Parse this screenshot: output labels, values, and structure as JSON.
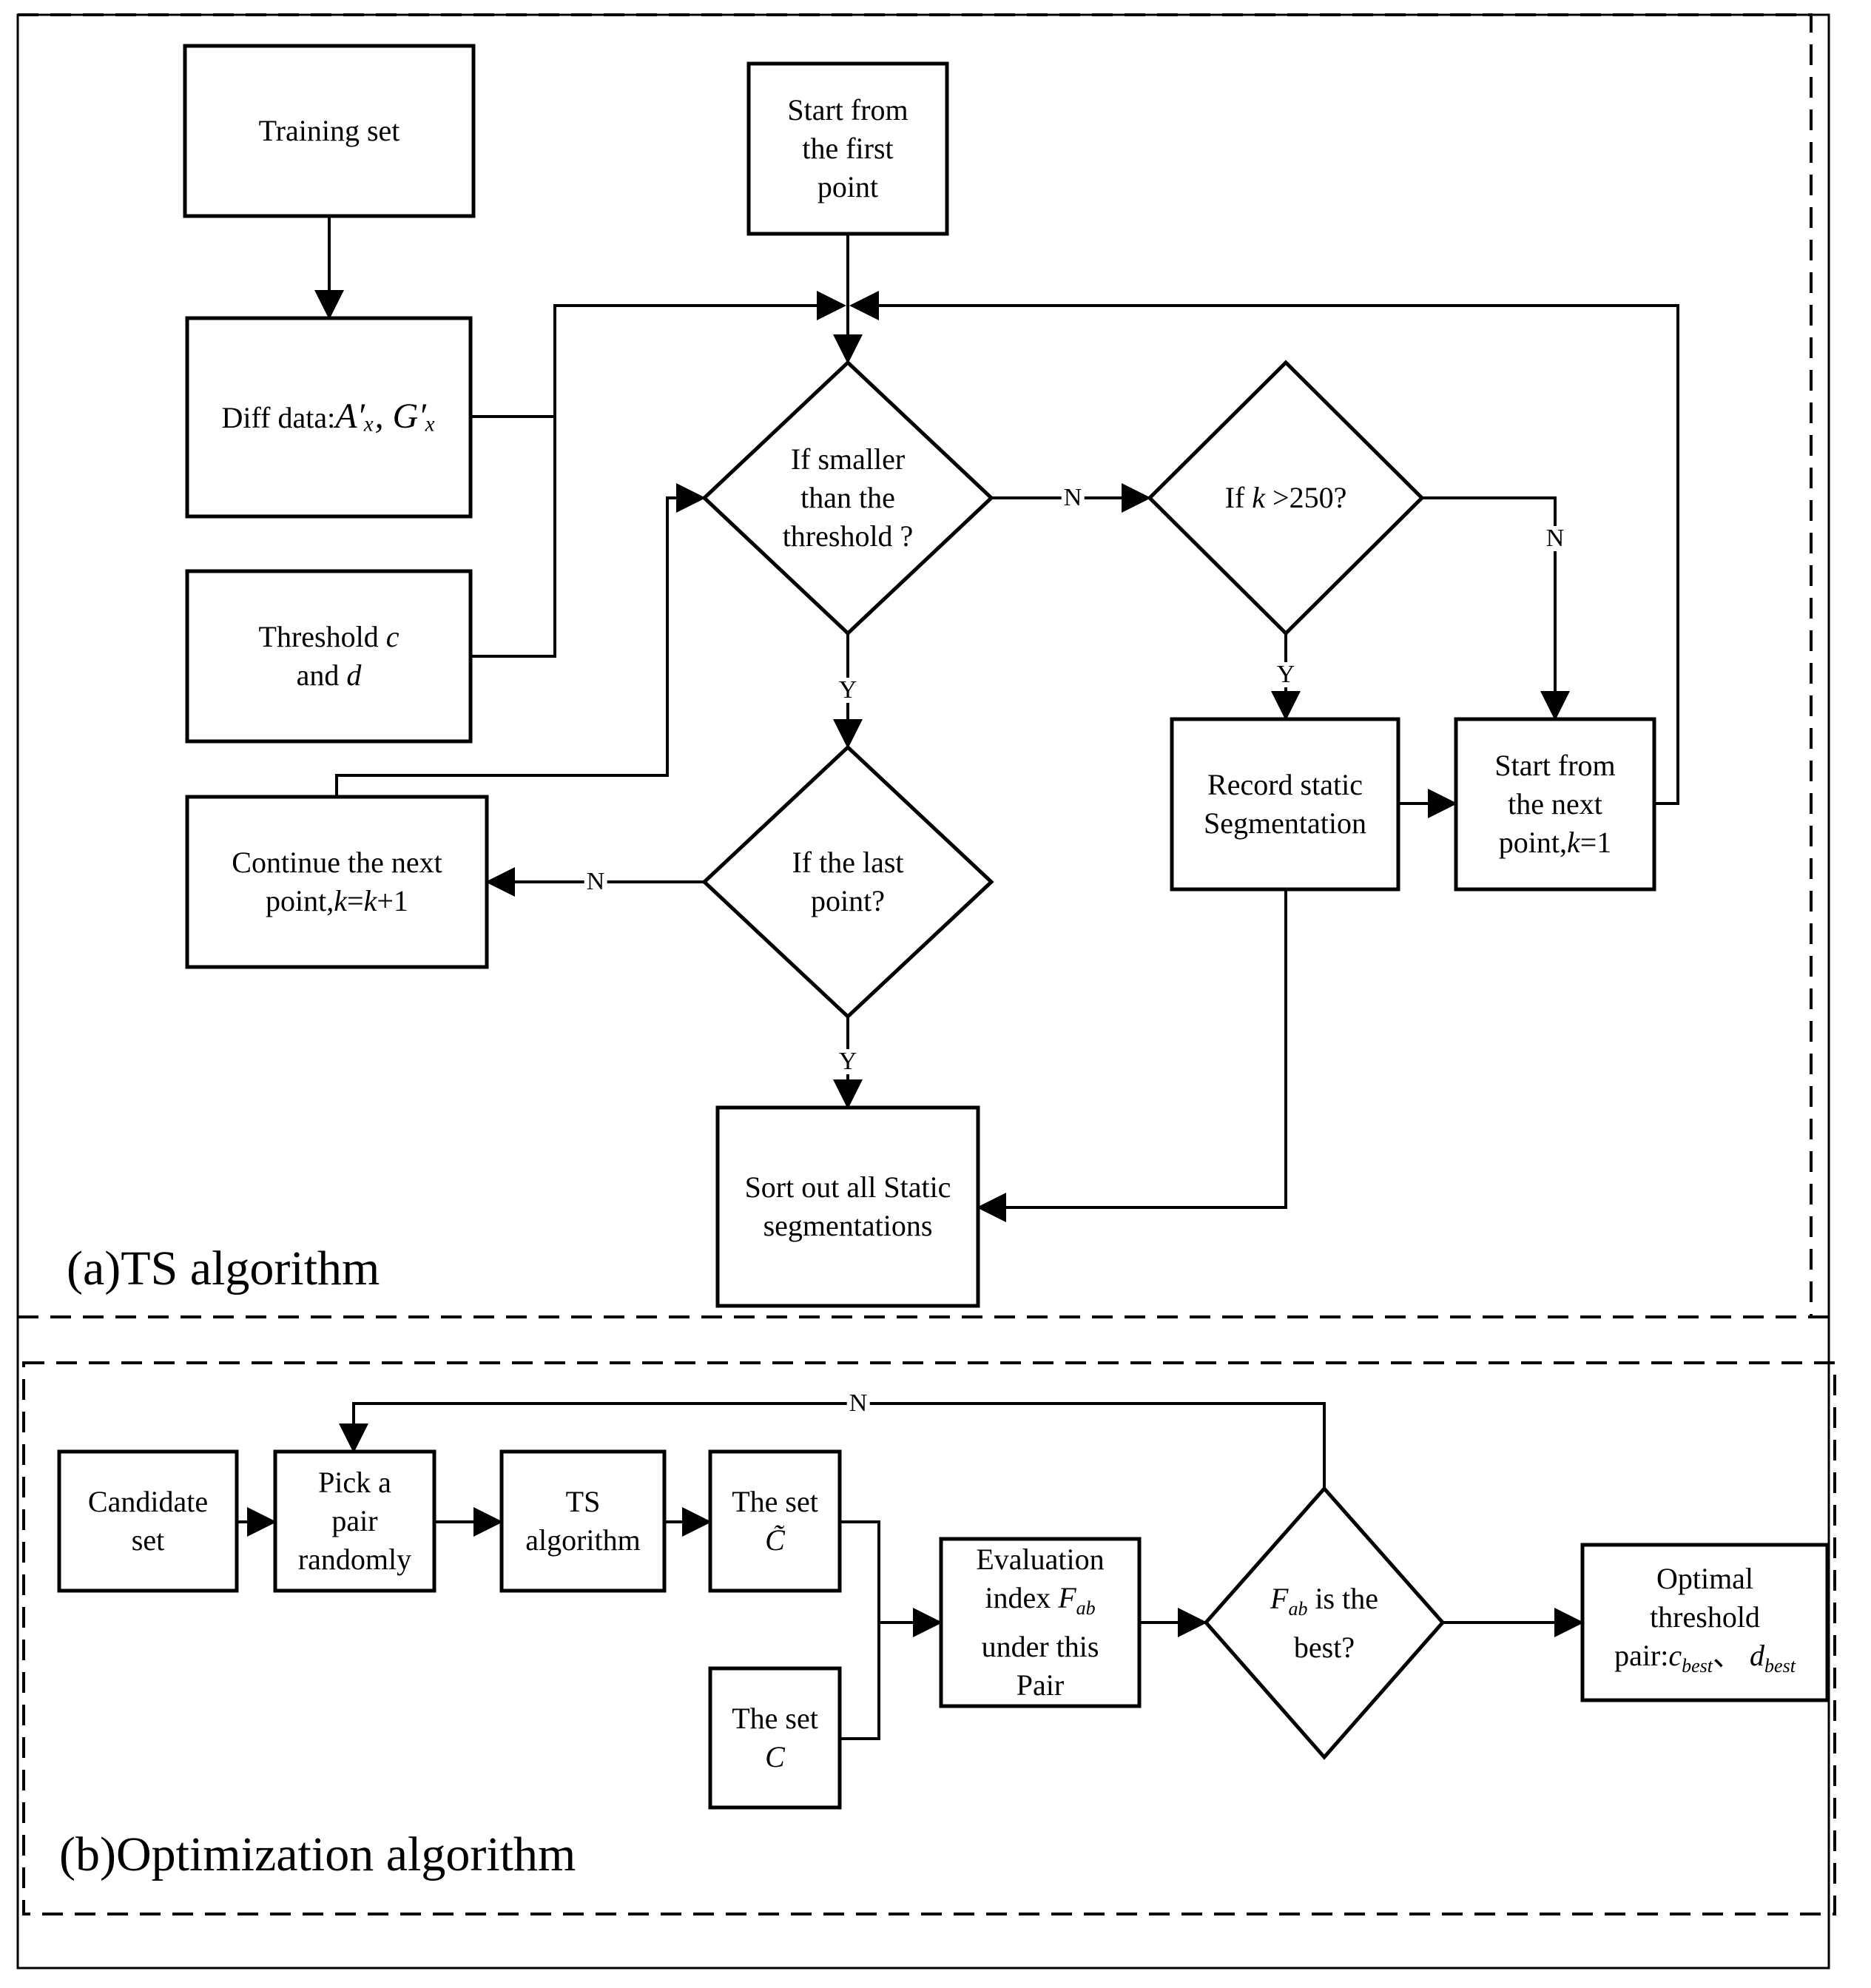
{
  "sections": {
    "a_title": "(a)TS algorithm",
    "b_title": "(b)Optimization algorithm"
  },
  "nodes": {
    "training_set": "Training set",
    "diff_data_prefix": "Diff data:",
    "diff_data_math": "A′ₓ, G′ₓ",
    "threshold_line1": "Threshold",
    "threshold_var1": "c",
    "threshold_line2": "and",
    "threshold_var2": "d",
    "start_first": [
      "Start from",
      "the first",
      "point"
    ],
    "if_smaller": [
      "If smaller",
      "than the",
      "threshold ?"
    ],
    "if_k_prefix": "If",
    "if_k_var": "k",
    "if_k_suffix": ">250?",
    "record_static": [
      "Record static",
      "Segmentation"
    ],
    "start_next_line1": "Start from",
    "start_next_line2": "the next",
    "start_next_line3_prefix": "point,",
    "start_next_line3_var": "k",
    "start_next_line3_suffix": "=1",
    "continue_next_line1": "Continue the next",
    "continue_next_prefix": "point,",
    "continue_next_var1": "k",
    "continue_next_eq": "=",
    "continue_next_var2": "k",
    "continue_next_suffix": "+1",
    "if_last": [
      "If the last",
      "point?"
    ],
    "sort_out": [
      "Sort out all Static",
      "segmentations"
    ],
    "candidate_set": [
      "Candidate",
      "set"
    ],
    "pick_pair": [
      "Pick a",
      "pair",
      "randomly"
    ],
    "ts_algorithm": [
      "TS",
      "algorithm"
    ],
    "set_c_tilde_label": "The set",
    "set_c_tilde_var": "C̃",
    "set_c_label": "The set",
    "set_c_var": "C",
    "eval_line1": "Evaluation",
    "eval_line2_prefix": "index",
    "eval_var": "F",
    "eval_sub": "ab",
    "eval_line3": "under this",
    "eval_line4": "Pair",
    "best_var": "F",
    "best_sub": "ab",
    "best_suffix": " is the",
    "best_line2": "best?",
    "optimal_line1": "Optimal",
    "optimal_line2": "threshold",
    "optimal_prefix": "pair:",
    "optimal_c": "c",
    "optimal_c_sub": "best",
    "optimal_sep": "、",
    "optimal_d": "d",
    "optimal_d_sub": "best"
  },
  "edge_labels": {
    "smaller_no": "N",
    "k_no": "N",
    "k_yes": "Y",
    "smaller_yes": "Y",
    "last_no": "N",
    "last_yes": "Y",
    "best_no": "N"
  }
}
